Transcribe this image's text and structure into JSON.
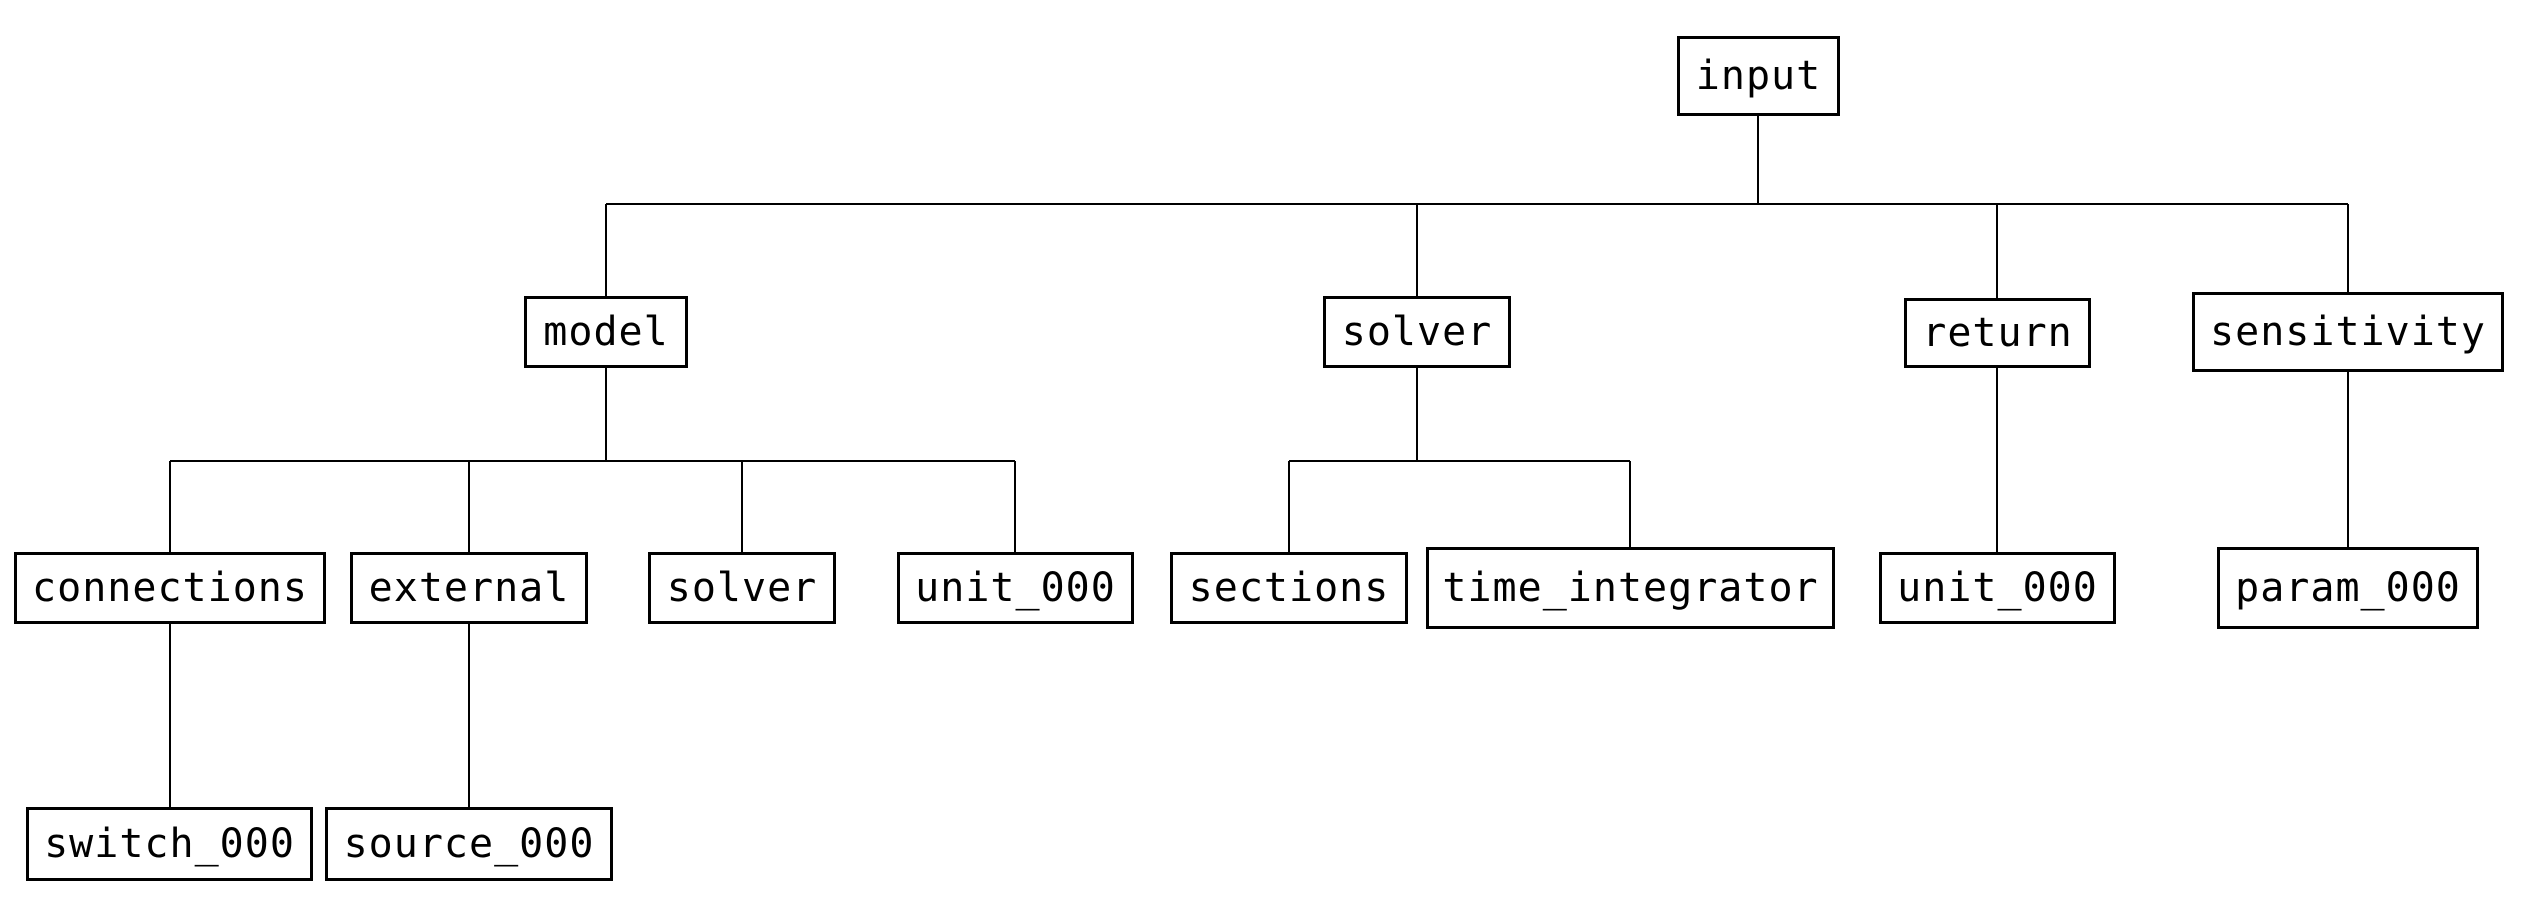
{
  "diagram": {
    "nodes": {
      "input": "input",
      "model": "model",
      "solver_top": "solver",
      "return": "return",
      "sensitivity": "sensitivity",
      "connections": "connections",
      "external": "external",
      "model_solver": "solver",
      "model_unit_000": "unit_000",
      "sections": "sections",
      "time_integrator": "time_integrator",
      "return_unit_000": "unit_000",
      "param_000": "param_000",
      "switch_000": "switch_000",
      "source_000": "source_000"
    },
    "edges": [
      [
        "input",
        "model"
      ],
      [
        "input",
        "solver_top"
      ],
      [
        "input",
        "return"
      ],
      [
        "input",
        "sensitivity"
      ],
      [
        "model",
        "connections"
      ],
      [
        "model",
        "external"
      ],
      [
        "model",
        "model_solver"
      ],
      [
        "model",
        "model_unit_000"
      ],
      [
        "solver_top",
        "sections"
      ],
      [
        "solver_top",
        "time_integrator"
      ],
      [
        "return",
        "return_unit_000"
      ],
      [
        "sensitivity",
        "param_000"
      ],
      [
        "connections",
        "switch_000"
      ],
      [
        "external",
        "source_000"
      ]
    ]
  }
}
